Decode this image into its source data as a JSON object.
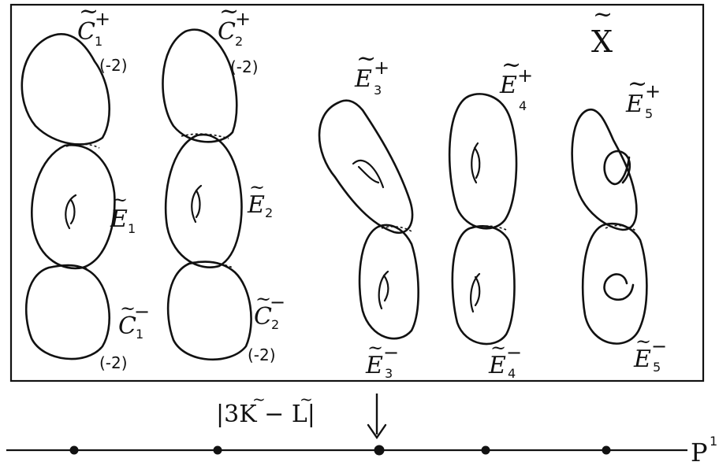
{
  "surface_label": "X",
  "surface_label_tilde": "~",
  "self_intersection": "(-2)",
  "components": [
    {
      "id": "C1+",
      "letter": "C",
      "sup": "+",
      "sub": "1"
    },
    {
      "id": "C2+",
      "letter": "C",
      "sup": "+",
      "sub": "2"
    },
    {
      "id": "E1",
      "letter": "E",
      "sup": "",
      "sub": "1"
    },
    {
      "id": "E2",
      "letter": "E",
      "sup": "",
      "sub": "2"
    },
    {
      "id": "C1-",
      "letter": "C",
      "sup": "−",
      "sub": "1"
    },
    {
      "id": "C2-",
      "letter": "C",
      "sup": "−",
      "sub": "2"
    },
    {
      "id": "E3+",
      "letter": "E",
      "sup": "+",
      "sub": "3"
    },
    {
      "id": "E4+",
      "letter": "E",
      "sup": "+",
      "sub": "4"
    },
    {
      "id": "E5+",
      "letter": "E",
      "sup": "+",
      "sub": "5"
    },
    {
      "id": "E3-",
      "letter": "E",
      "sup": "−",
      "sub": "3"
    },
    {
      "id": "E4-",
      "letter": "E",
      "sup": "−",
      "sub": "4"
    },
    {
      "id": "E5-",
      "letter": "E",
      "sup": "−",
      "sub": "5"
    }
  ],
  "map_label": "|3K − L|",
  "base_label": "P",
  "base_sup": "1",
  "base_points": 5
}
